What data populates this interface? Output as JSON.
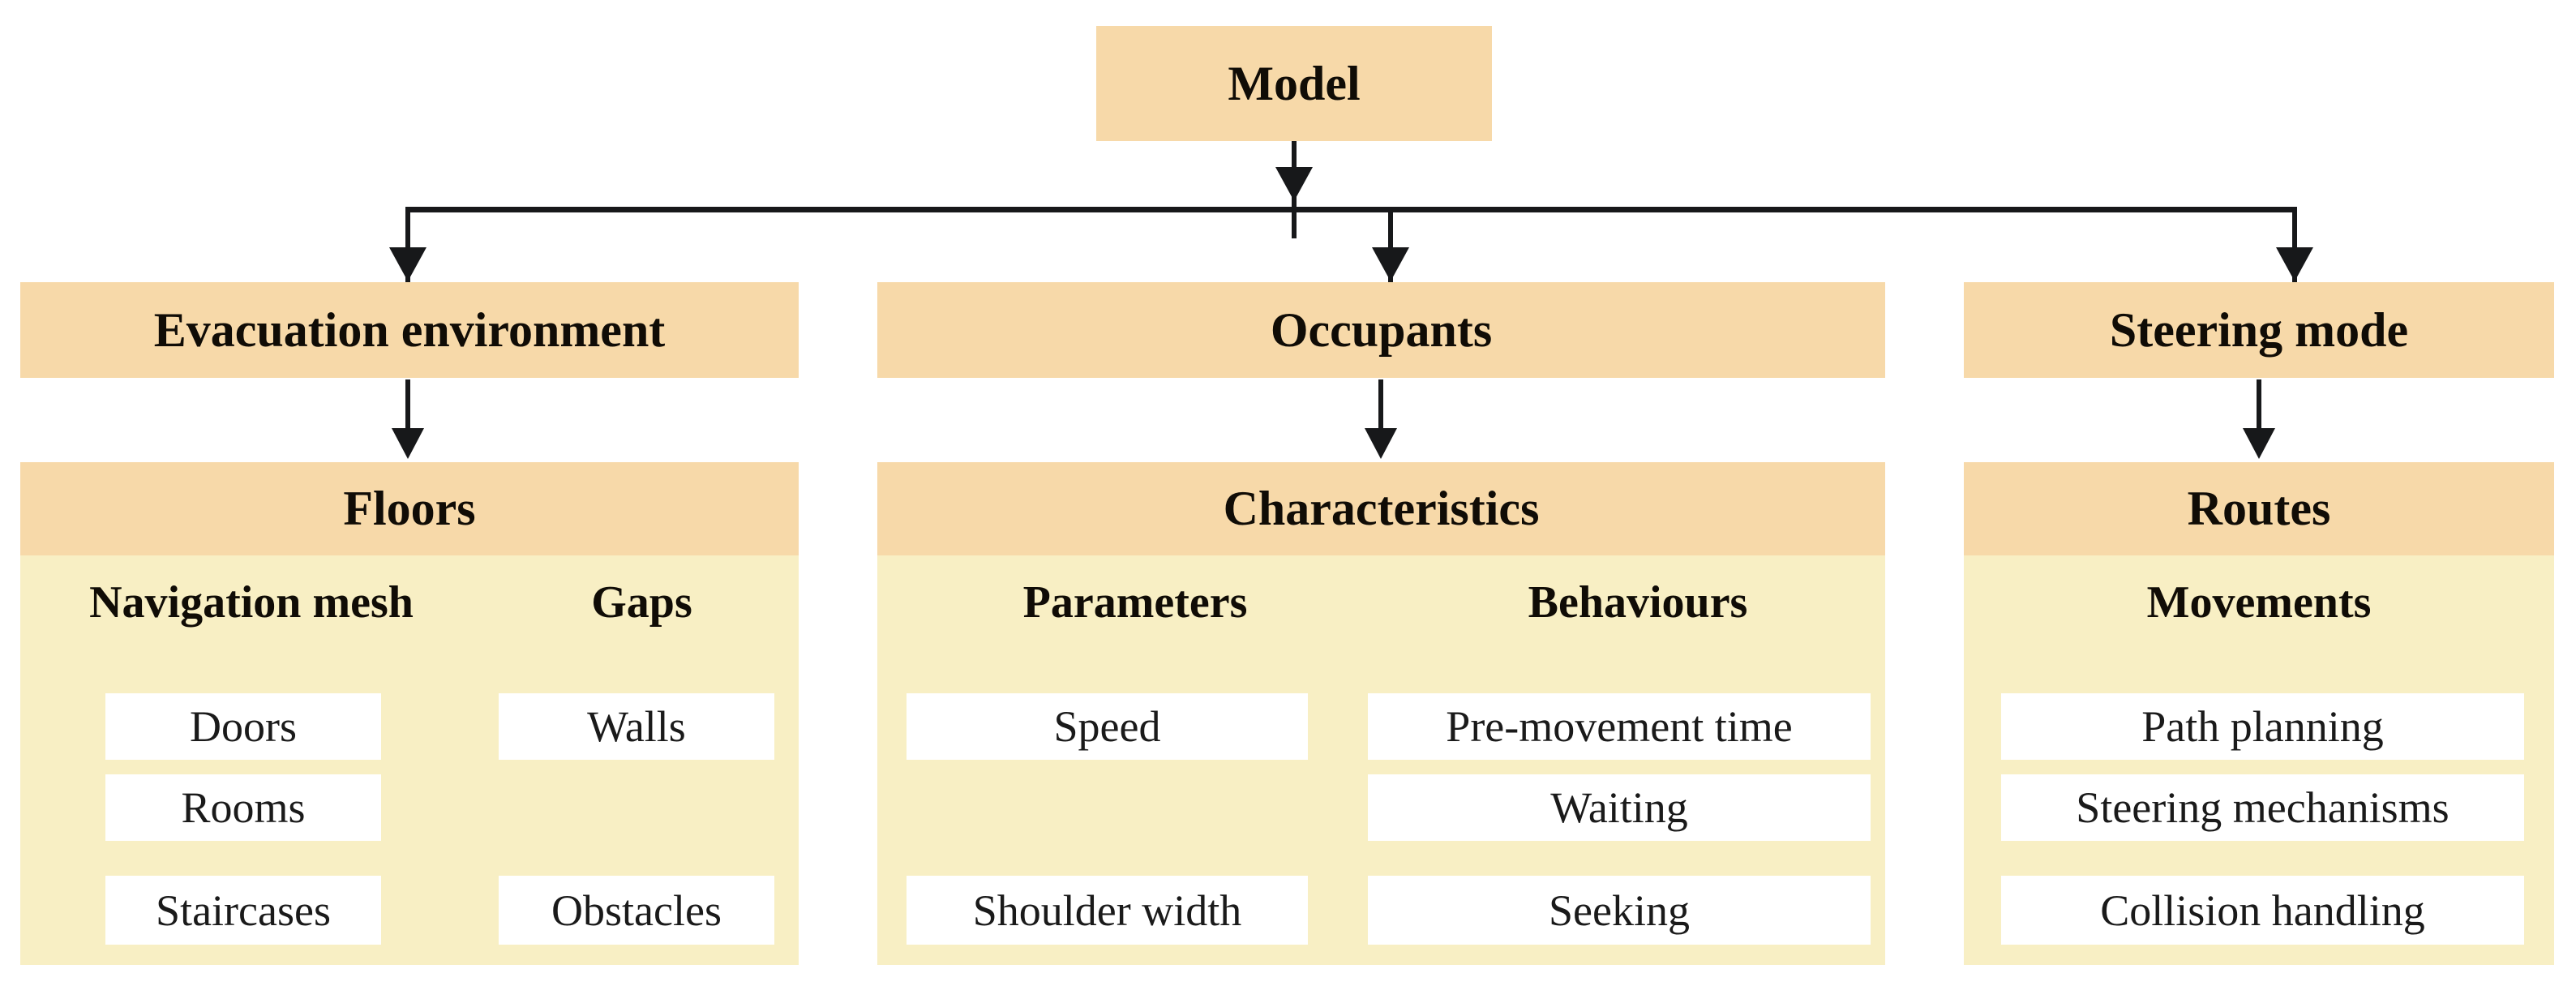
{
  "diagram": {
    "title": "Model hierarchy diagram",
    "colors": {
      "header_fill": "#f7d9a9",
      "panel_fill": "#f8efc4",
      "leaf_fill": "#ffffff",
      "connector": "#17181a",
      "text": "#100c06"
    },
    "root": {
      "label": "Model"
    },
    "branches": [
      {
        "id": "evacuation-environment",
        "label": "Evacuation environment",
        "child": {
          "id": "floors",
          "label": "Floors",
          "columns": [
            {
              "id": "navigation-mesh",
              "label": "Navigation mesh",
              "items": [
                "Doors",
                "Rooms",
                "Staircases"
              ]
            },
            {
              "id": "gaps",
              "label": "Gaps",
              "items": [
                "Walls",
                "",
                "Obstacles"
              ]
            }
          ]
        }
      },
      {
        "id": "occupants",
        "label": "Occupants",
        "child": {
          "id": "characteristics",
          "label": "Characteristics",
          "columns": [
            {
              "id": "parameters",
              "label": "Parameters",
              "items": [
                "Speed",
                "",
                "Shoulder width"
              ]
            },
            {
              "id": "behaviours",
              "label": "Behaviours",
              "items": [
                "Pre-movement time",
                "Waiting",
                "Seeking"
              ]
            }
          ]
        }
      },
      {
        "id": "steering-mode",
        "label": "Steering mode",
        "child": {
          "id": "routes",
          "label": "Routes",
          "columns": [
            {
              "id": "movements",
              "label": "Movements",
              "items": [
                "Path planning",
                "Steering mechanisms",
                "Collision handling"
              ]
            }
          ]
        }
      }
    ]
  }
}
